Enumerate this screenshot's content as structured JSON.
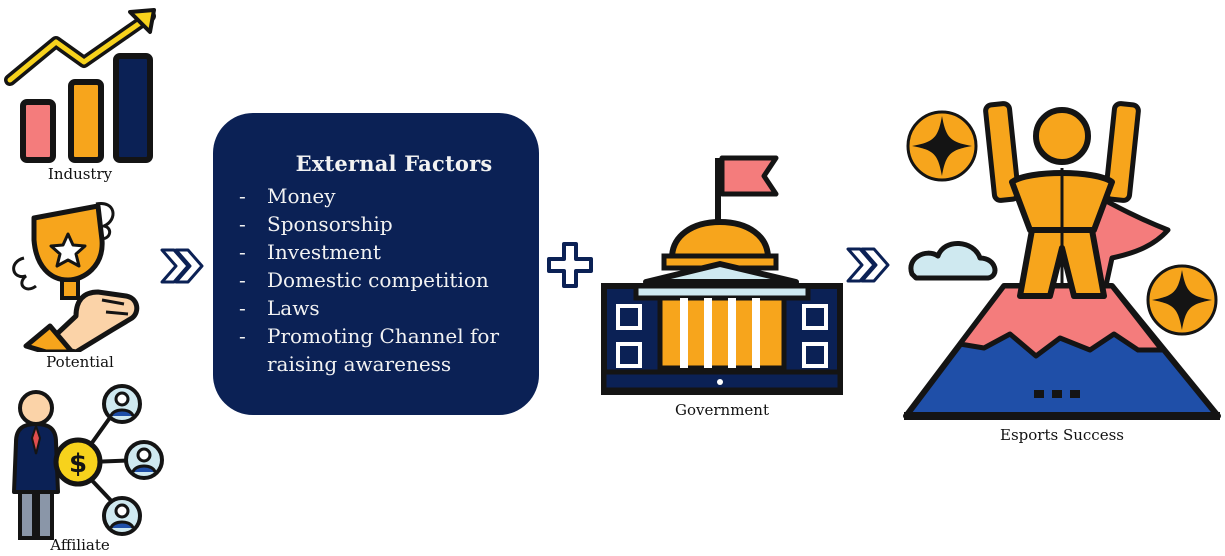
{
  "left_items": [
    {
      "label": "Industry",
      "icon": "bar-chart-growth-icon"
    },
    {
      "label": "Potential",
      "icon": "trophy-hand-icon"
    },
    {
      "label": "Affiliate",
      "icon": "business-network-icon"
    }
  ],
  "external_factors": {
    "title": "External Factors",
    "items": [
      "Money",
      "Sponsorship",
      "Investment",
      "Domestic competition",
      "Laws",
      "Promoting Channel for raising awareness"
    ]
  },
  "government": {
    "label": "Government",
    "icon": "government-building-icon"
  },
  "result": {
    "label": "Esports Success",
    "icon": "winner-on-mountain-icon"
  },
  "colors": {
    "navy": "#0b2155",
    "orange": "#f7a51c",
    "salmon": "#f47c7c",
    "blue": "#1f4fa8",
    "light_blue": "#cfe9f0",
    "outline": "#141414"
  }
}
